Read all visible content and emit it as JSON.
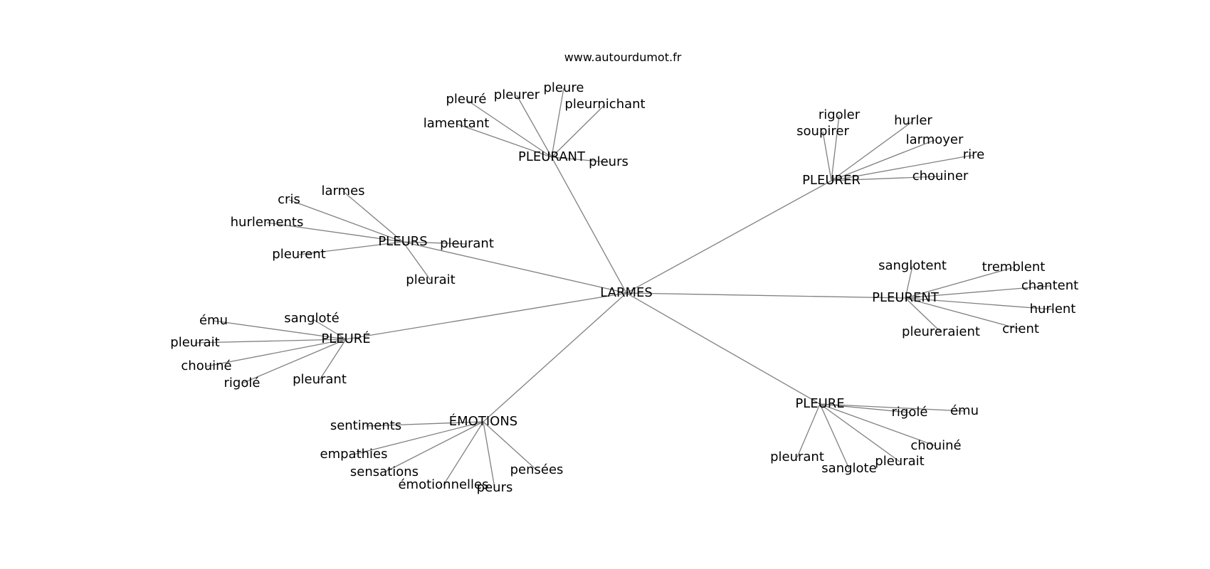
{
  "header": {
    "site": "www.autourdumot.fr"
  },
  "graph": {
    "root": "LARMES",
    "edges": [
      [
        "LARMES",
        "PLEURANT"
      ],
      [
        "LARMES",
        "PLEURER"
      ],
      [
        "LARMES",
        "PLEURS"
      ],
      [
        "LARMES",
        "PLEURENT"
      ],
      [
        "LARMES",
        "PLEURÉ"
      ],
      [
        "LARMES",
        "ÉMOTIONS"
      ],
      [
        "LARMES",
        "PLEURE"
      ],
      [
        "PLEURANT",
        "pleuré"
      ],
      [
        "PLEURANT",
        "pleurer"
      ],
      [
        "PLEURANT",
        "pleure"
      ],
      [
        "PLEURANT",
        "pleurnichant"
      ],
      [
        "PLEURANT",
        "lamentant"
      ],
      [
        "PLEURANT",
        "pleurs"
      ],
      [
        "PLEURER",
        "rigoler"
      ],
      [
        "PLEURER",
        "hurler"
      ],
      [
        "PLEURER",
        "soupirer"
      ],
      [
        "PLEURER",
        "larmoyer"
      ],
      [
        "PLEURER",
        "rire"
      ],
      [
        "PLEURER",
        "chouiner"
      ],
      [
        "PLEURS",
        "larmes"
      ],
      [
        "PLEURS",
        "cris"
      ],
      [
        "PLEURS",
        "hurlements"
      ],
      [
        "PLEURS",
        "pleurant"
      ],
      [
        "PLEURS",
        "pleurent"
      ],
      [
        "PLEURS",
        "pleurait"
      ],
      [
        "PLEURENT",
        "sanglotent"
      ],
      [
        "PLEURENT",
        "tremblent"
      ],
      [
        "PLEURENT",
        "chantent"
      ],
      [
        "PLEURENT",
        "hurlent"
      ],
      [
        "PLEURENT",
        "crient"
      ],
      [
        "PLEURENT",
        "pleureraient"
      ],
      [
        "PLEURÉ",
        "émut"
      ],
      [
        "PLEURÉ",
        "sangloté"
      ],
      [
        "PLEURÉ",
        "pleurait2"
      ],
      [
        "PLEURÉ",
        "chouiné"
      ],
      [
        "PLEURÉ",
        "rigolé"
      ],
      [
        "PLEURÉ",
        "pleurant2"
      ],
      [
        "ÉMOTIONS",
        "sentiments"
      ],
      [
        "ÉMOTIONS",
        "empathies"
      ],
      [
        "ÉMOTIONS",
        "sensations"
      ],
      [
        "ÉMOTIONS",
        "émotionnelles"
      ],
      [
        "ÉMOTIONS",
        "peurs"
      ],
      [
        "ÉMOTIONS",
        "pensées"
      ],
      [
        "PLEURE",
        "rigolé2"
      ],
      [
        "PLEURE",
        "émut2"
      ],
      [
        "PLEURE",
        "chouiné2"
      ],
      [
        "PLEURE",
        "pleurait3"
      ],
      [
        "PLEURE",
        "sanglote"
      ],
      [
        "PLEURE",
        "pleurant3"
      ]
    ],
    "nodes": [
      {
        "id": "LARMES",
        "label": "LARMES"
      },
      {
        "id": "PLEURANT",
        "label": "PLEURANT"
      },
      {
        "id": "PLEURER",
        "label": "PLEURER"
      },
      {
        "id": "PLEURS",
        "label": "PLEURS"
      },
      {
        "id": "PLEURENT",
        "label": "PLEURENT"
      },
      {
        "id": "PLEURÉ",
        "label": "PLEURÉ"
      },
      {
        "id": "ÉMOTIONS",
        "label": "ÉMOTIONS"
      },
      {
        "id": "PLEURE",
        "label": "PLEURE"
      },
      {
        "id": "pleuré",
        "label": "pleuré"
      },
      {
        "id": "pleurer",
        "label": "pleurer"
      },
      {
        "id": "pleure",
        "label": "pleure"
      },
      {
        "id": "pleurnichant",
        "label": "pleurnichant"
      },
      {
        "id": "lamentant",
        "label": "lamentant"
      },
      {
        "id": "pleurs",
        "label": "pleurs"
      },
      {
        "id": "rigoler",
        "label": "rigoler"
      },
      {
        "id": "hurler",
        "label": "hurler"
      },
      {
        "id": "soupirer",
        "label": "soupirer"
      },
      {
        "id": "larmoyer",
        "label": "larmoyer"
      },
      {
        "id": "rire",
        "label": "rire"
      },
      {
        "id": "chouiner",
        "label": "chouiner"
      },
      {
        "id": "larmes",
        "label": "larmes"
      },
      {
        "id": "cris",
        "label": "cris"
      },
      {
        "id": "hurlements",
        "label": "hurlements"
      },
      {
        "id": "pleurant",
        "label": "pleurant"
      },
      {
        "id": "pleurent",
        "label": "pleurent"
      },
      {
        "id": "pleurait",
        "label": "pleurait"
      },
      {
        "id": "sanglotent",
        "label": "sanglotent"
      },
      {
        "id": "tremblent",
        "label": "tremblent"
      },
      {
        "id": "chantent",
        "label": "chantent"
      },
      {
        "id": "hurlent",
        "label": "hurlent"
      },
      {
        "id": "crient",
        "label": "crient"
      },
      {
        "id": "pleureraient",
        "label": "pleureraient"
      },
      {
        "id": "émut",
        "label": "ému"
      },
      {
        "id": "sangloté",
        "label": "sangloté"
      },
      {
        "id": "pleurait2",
        "label": "pleurait"
      },
      {
        "id": "chouiné",
        "label": "chouiné"
      },
      {
        "id": "rigolé",
        "label": "rigolé"
      },
      {
        "id": "pleurant2",
        "label": "pleurant"
      },
      {
        "id": "sentiments",
        "label": "sentiments"
      },
      {
        "id": "empathies",
        "label": "empathies"
      },
      {
        "id": "sensations",
        "label": "sensations"
      },
      {
        "id": "émotionnelles",
        "label": "émotionnelles"
      },
      {
        "id": "peurs",
        "label": "peurs"
      },
      {
        "id": "pensées",
        "label": "pensées"
      },
      {
        "id": "rigolé2",
        "label": "rigolé"
      },
      {
        "id": "émut2",
        "label": "ému"
      },
      {
        "id": "chouiné2",
        "label": "chouiné"
      },
      {
        "id": "pleurait3",
        "label": "pleurait"
      },
      {
        "id": "sanglote",
        "label": "sanglote"
      },
      {
        "id": "pleurant3",
        "label": "pleurant"
      }
    ]
  }
}
